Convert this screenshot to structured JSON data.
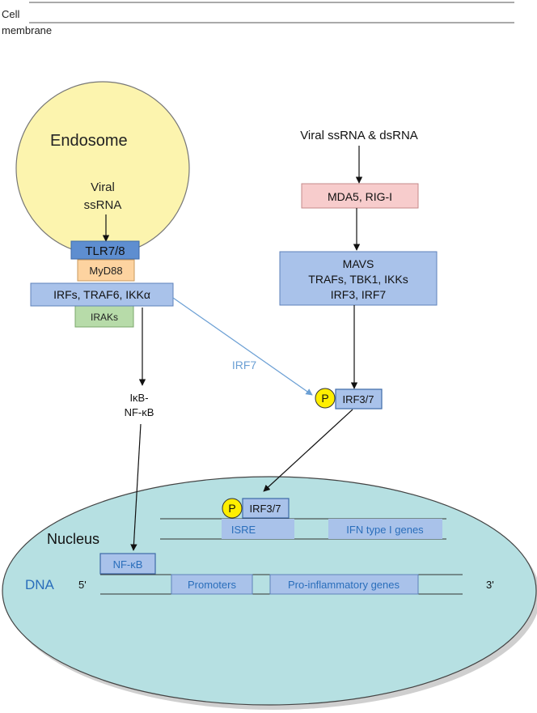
{
  "membrane": {
    "line1": "Cell",
    "line2": "membrane"
  },
  "endosome": {
    "label": "Endosome",
    "cargo_line1": "Viral",
    "cargo_line2": "ssRNA"
  },
  "left_pathway": {
    "tlr": "TLR7/8",
    "myd88": "MyD88",
    "complex": "IRFs, TRAF6, IKKα",
    "iraks": "IRAKs",
    "ikb_line1": "IκB-",
    "ikb_line2": "NF-κB",
    "irf7": "IRF7"
  },
  "right_pathway": {
    "stimulus": "Viral ssRNA & dsRNA",
    "sensors": "MDA5, RIG-I",
    "mavs_line1": "MAVS",
    "mavs_line2": "TRAFs, TBK1, IKKs",
    "mavs_line3": "IRF3, IRF7",
    "p_badge": "P",
    "irf37": "IRF3/7"
  },
  "nucleus": {
    "label": "Nucleus",
    "dna_label": "DNA",
    "five_prime": "5'",
    "three_prime": "3'",
    "p_badge": "P",
    "irf37": "IRF3/7",
    "isre": "ISRE",
    "ifn_genes": "IFN type I genes",
    "nfkb": "NF-κB",
    "promoters": "Promoters",
    "proinflammatory": "Pro-inflammatory genes"
  },
  "colors": {
    "endosome_fill": "#fcf4ae",
    "nucleus_fill": "#b6e0e2",
    "box_blue": "#a9c2ea",
    "box_blue_dark": "#5e8ed0",
    "box_pink": "#f7cccc",
    "box_orange": "#fdd3a0",
    "box_green": "#b7dba9",
    "text_blue": "#2a6ebb",
    "arrow_blue": "#6b9fd4",
    "p_yellow": "#ffee00"
  }
}
